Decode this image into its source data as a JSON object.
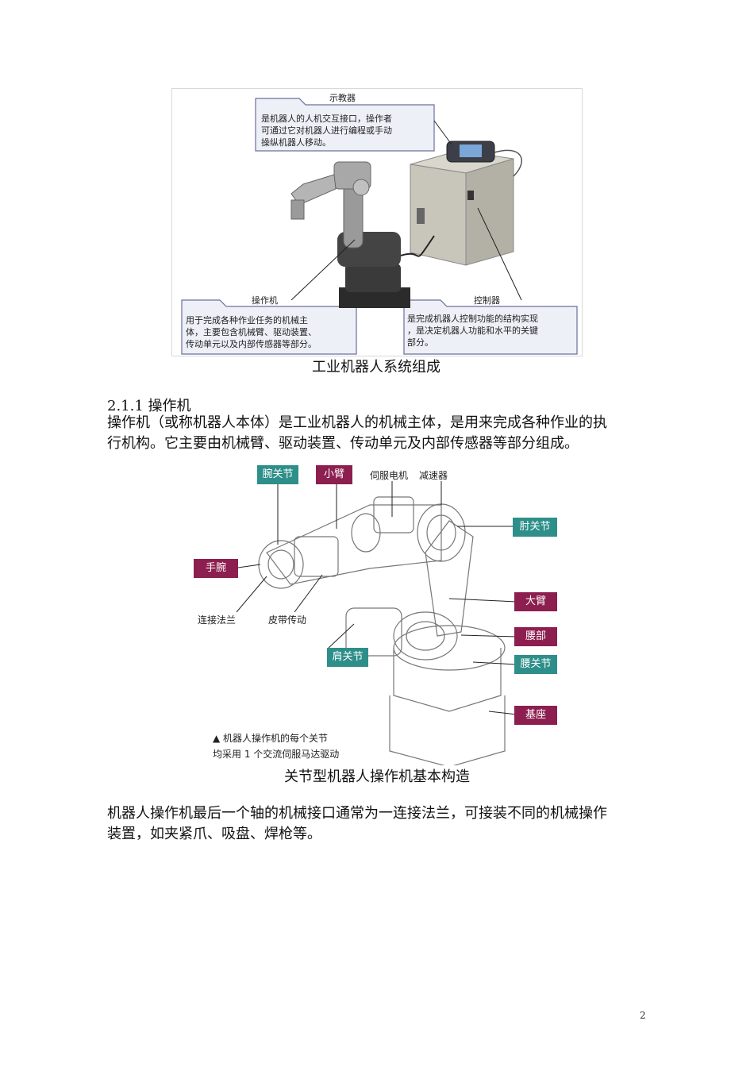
{
  "figure1": {
    "teach_pendant": {
      "title": "示教器",
      "text_lines": [
        "是机器人的人机交互接口，操作者",
        "可通过它对机器人进行编程或手动",
        "操纵机器人移动。"
      ]
    },
    "manipulator": {
      "title": "操作机",
      "text_lines": [
        "用于完成各种作业任务的机械主",
        "体，主要包含机械臂、驱动装置、",
        "传动单元以及内部传感器等部分。"
      ]
    },
    "controller": {
      "title": "控制器",
      "text_lines": [
        "是完成机器人控制功能的结构实现",
        "，是决定机器人功能和水平的关键",
        "部分。"
      ]
    },
    "caption": "工业机器人系统组成"
  },
  "section": {
    "heading": "2.1.1 操作机",
    "para_lines": [
      "操作机（或称机器人本体）是工业机器人的机械主体，是用来完成各种作业的执",
      "行机构。它主要由机械臂、驱动装置、传动单元及内部传感器等部分组成。"
    ]
  },
  "figure2": {
    "labels": {
      "wrist_joint": "腕关节",
      "forearm": "小臂",
      "servo_motor": "伺服电机",
      "reducer": "减速器",
      "elbow_joint": "肘关节",
      "wrist": "手腕",
      "flange": "连接法兰",
      "belt_drive": "皮带传动",
      "upper_arm": "大臂",
      "waist": "腰部",
      "shoulder_joint": "肩关节",
      "waist_joint": "腰关节",
      "base": "基座"
    },
    "note_lines": [
      "▲  机器人操作机的每个关节",
      "均采用  1  个交流伺服马达驱动"
    ],
    "caption": "关节型机器人操作机基本构造",
    "colors": {
      "teal": "#2e8f8a",
      "magenta": "#8c1f4f"
    }
  },
  "closing": {
    "para_lines": [
      "机器人操作机最后一个轴的机械接口通常为一连接法兰，可接装不同的机械操作",
      "装置，如夹紧爪、吸盘、焊枪等。"
    ]
  },
  "page_number": "2"
}
